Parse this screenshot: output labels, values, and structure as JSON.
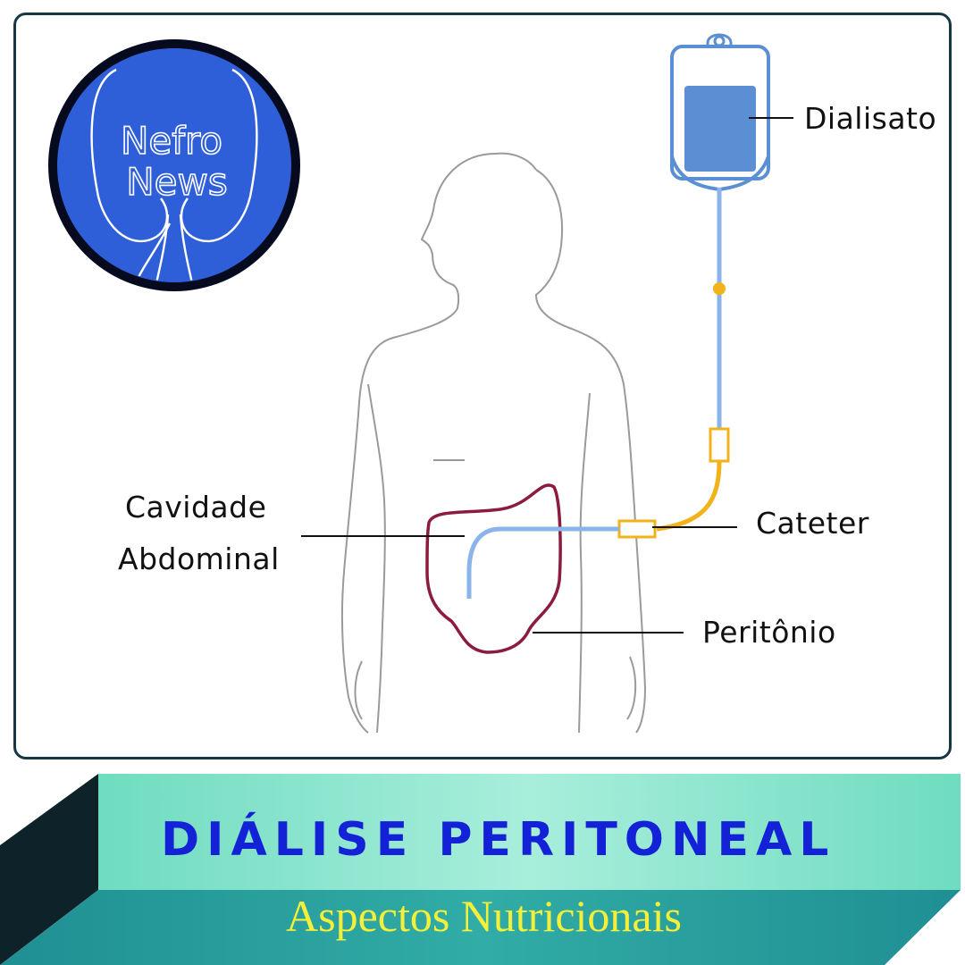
{
  "logo": {
    "line1": "Nefro",
    "line2": "News"
  },
  "labels": {
    "dialisato": "Dialisato",
    "cavidade_line1": "Cavidade",
    "cavidade_line2": "Abdominal",
    "cateter": "Cateter",
    "peritonio": "Peritônio"
  },
  "banner": {
    "title": "DIÁLISE PERITONEAL",
    "subtitle": "Aspectos Nutricionais"
  },
  "colors": {
    "frame_border": "#163843",
    "logo_blue": "#2f5fd8",
    "bag_blue": "#5b8fd4",
    "tube_blue": "#8ab4ea",
    "catheter_yellow": "#f2b21a",
    "peritoneum": "#8c1b3e",
    "title_blue": "#1322d6",
    "subtitle_yellow": "#f4f03a",
    "banner_light": "#7fe0c4",
    "banner_dark": "#2aa39e",
    "banner_shadow": "#0e2229"
  }
}
